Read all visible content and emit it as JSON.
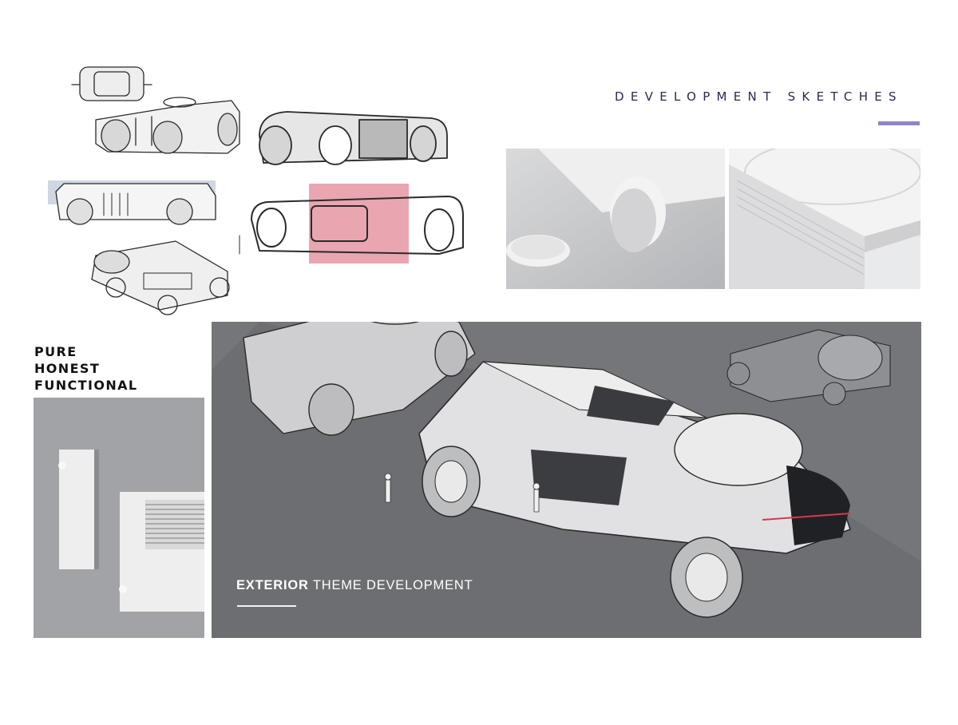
{
  "header": {
    "title": "DEVELOPMENT SKETCHES",
    "accent_color": "#8c86c9"
  },
  "motto": {
    "lines": [
      "PURE",
      "HONEST",
      "FUNCTIONAL"
    ]
  },
  "render": {
    "caption_bold": "EXTERIOR",
    "caption_rest": "THEME DEVELOPMENT"
  },
  "colors": {
    "title_text": "#2b2a52",
    "render_background": "#757679",
    "sketch_highlight": "#e9a6b1",
    "sketch_blue": "#cfd7e3"
  }
}
